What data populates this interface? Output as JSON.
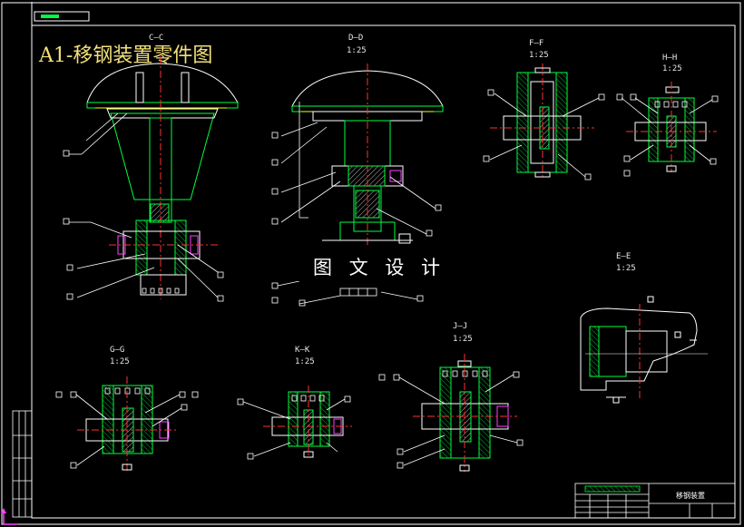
{
  "drawing": {
    "title": "A1-移钢装置零件图",
    "watermark": "图 文 设 计",
    "title_block_name": "移钢装置"
  },
  "sections": [
    {
      "id": "c",
      "label": "C—C",
      "scale": ""
    },
    {
      "id": "d",
      "label": "D—D",
      "scale": "1:25"
    },
    {
      "id": "f",
      "label": "F—F",
      "scale": "1:25"
    },
    {
      "id": "h",
      "label": "H—H",
      "scale": "1:25"
    },
    {
      "id": "e",
      "label": "E—E",
      "scale": "1:25"
    },
    {
      "id": "g",
      "label": "G—G",
      "scale": "1:25"
    },
    {
      "id": "k",
      "label": "K—K",
      "scale": "1:25"
    },
    {
      "id": "j",
      "label": "J—J",
      "scale": "1:25"
    }
  ],
  "colors": {
    "background": "#000000",
    "frame": "#ffffff",
    "geometry": "#ffffff",
    "parts": "#00ff40",
    "centerline": "#ff3030",
    "hatch": "#ffffff",
    "leader": "#ffffff",
    "accent": "#ff40ff",
    "yellow": "#ffff00",
    "title_text": "#f2e07a"
  }
}
